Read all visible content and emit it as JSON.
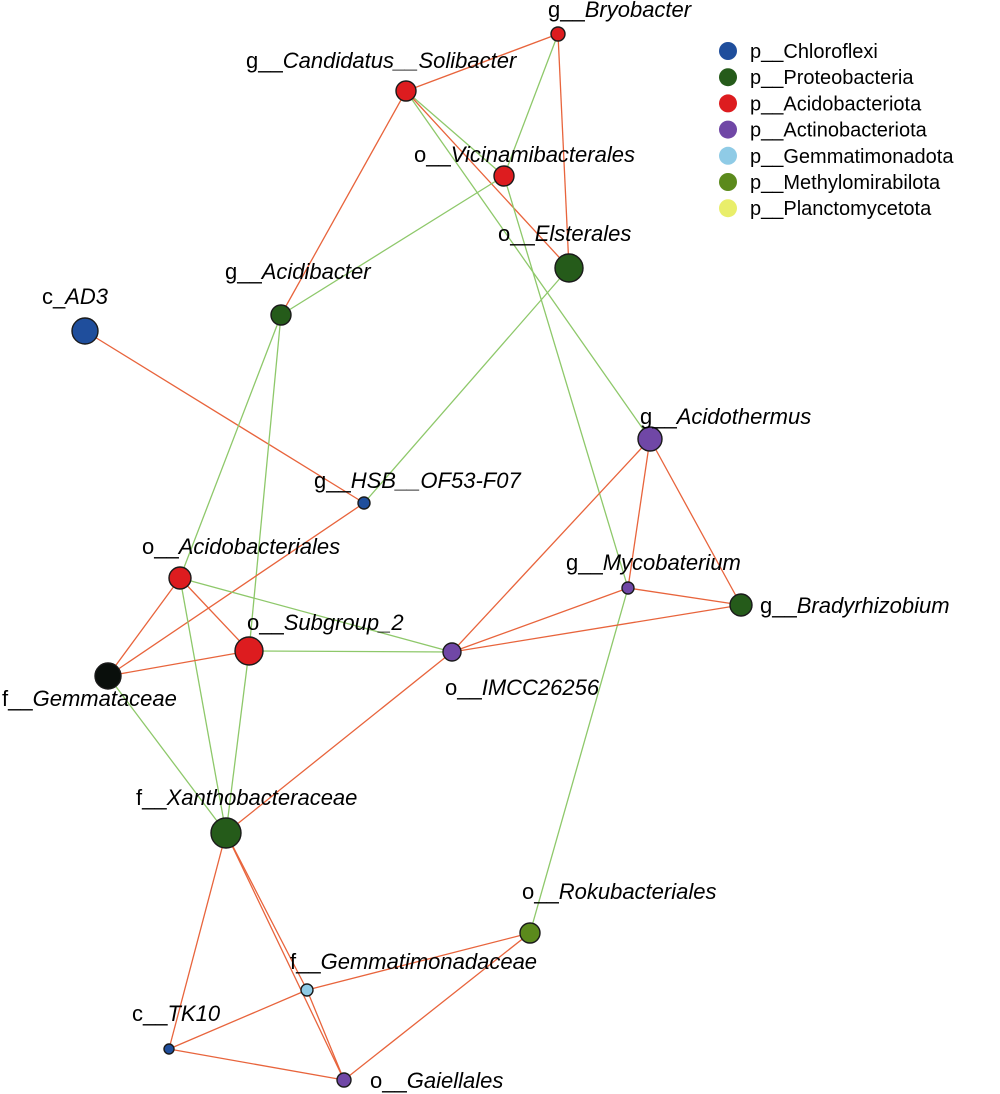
{
  "colors": {
    "positive_edge": "#8ec86a",
    "negative_edge": "#e8643c"
  },
  "legend": [
    {
      "label": "p__Chloroflexi",
      "color": "#1f4e9c"
    },
    {
      "label": "p__Proteobacteria",
      "color": "#255b1a"
    },
    {
      "label": "p__Acidobacteriota",
      "color": "#dd1c1f"
    },
    {
      "label": "p__Actinobacteriota",
      "color": "#7047a6"
    },
    {
      "label": "p__Gemmatimonadota",
      "color": "#8fcbe6"
    },
    {
      "label": "p__Methylomirabilota",
      "color": "#5b8a1c"
    },
    {
      "label": "p__Planctomycetota",
      "color": "#e9ee6a"
    }
  ],
  "nodes": [
    {
      "id": "bryobacter",
      "rank": "g__",
      "taxon": "Bryobacter",
      "color": "#dd1c1f"
    },
    {
      "id": "solibacter",
      "rank": "g__",
      "taxon": "Candidatus__Solibacter",
      "color": "#dd1c1f"
    },
    {
      "id": "vicinamibacterales",
      "rank": "o__",
      "taxon": "Vicinamibacterales",
      "color": "#dd1c1f"
    },
    {
      "id": "elsterales",
      "rank": "o__",
      "taxon": "Elsterales",
      "color": "#255b1a"
    },
    {
      "id": "acidibacter",
      "rank": "g__",
      "taxon": "Acidibacter",
      "color": "#255b1a"
    },
    {
      "id": "ad3",
      "rank": "c_",
      "taxon": "AD3",
      "color": "#1f4e9c"
    },
    {
      "id": "acidothermus",
      "rank": "g__",
      "taxon": "Acidothermus",
      "color": "#7047a6"
    },
    {
      "id": "hsb",
      "rank": "g__",
      "taxon": "HSB__OF53-F07",
      "color": "#1f4e9c"
    },
    {
      "id": "acidobacteriales",
      "rank": "o__",
      "taxon": "Acidobacteriales",
      "color": "#dd1c1f"
    },
    {
      "id": "mycobaterium",
      "rank": "g__",
      "taxon": "Mycobaterium",
      "color": "#7047a6"
    },
    {
      "id": "bradyrhizobium",
      "rank": "g__",
      "taxon": "Bradyrhizobium",
      "color": "#255b1a"
    },
    {
      "id": "subgroup2",
      "rank": "o__",
      "taxon": "Subgroup_2",
      "color": "#dd1c1f"
    },
    {
      "id": "imcc26256",
      "rank": "o__",
      "taxon": "IMCC26256",
      "color": "#7047a6"
    },
    {
      "id": "gemmataceae",
      "rank": "f__",
      "taxon": "Gemmataceae",
      "color": "#0a0f0c"
    },
    {
      "id": "xanthobacteraceae",
      "rank": "f__",
      "taxon": "Xanthobacteraceae",
      "color": "#255b1a"
    },
    {
      "id": "rokubacteriales",
      "rank": "o__",
      "taxon": "Rokubacteriales",
      "color": "#5b8a1c"
    },
    {
      "id": "gemmatimonadaceae",
      "rank": "f__",
      "taxon": "Gemmatimonadaceae",
      "color": "#8fcbe6"
    },
    {
      "id": "tk10",
      "rank": "c__",
      "taxon": "TK10",
      "color": "#1f4e9c"
    },
    {
      "id": "gaiellales",
      "rank": "o__",
      "taxon": "Gaiellales",
      "color": "#7047a6"
    }
  ],
  "edges": [
    {
      "source": "bryobacter",
      "target": "solibacter",
      "sign": "negative"
    },
    {
      "source": "bryobacter",
      "target": "elsterales",
      "sign": "negative"
    },
    {
      "source": "bryobacter",
      "target": "vicinamibacterales",
      "sign": "positive"
    },
    {
      "source": "solibacter",
      "target": "acidibacter",
      "sign": "negative"
    },
    {
      "source": "solibacter",
      "target": "vicinamibacterales",
      "sign": "positive"
    },
    {
      "source": "solibacter",
      "target": "elsterales",
      "sign": "negative"
    },
    {
      "source": "solibacter",
      "target": "acidothermus",
      "sign": "positive"
    },
    {
      "source": "vicinamibacterales",
      "target": "acidibacter",
      "sign": "positive"
    },
    {
      "source": "vicinamibacterales",
      "target": "mycobaterium",
      "sign": "positive"
    },
    {
      "source": "elsterales",
      "target": "hsb",
      "sign": "positive"
    },
    {
      "source": "ad3",
      "target": "hsb",
      "sign": "negative"
    },
    {
      "source": "acidibacter",
      "target": "acidobacteriales",
      "sign": "positive"
    },
    {
      "source": "acidibacter",
      "target": "subgroup2",
      "sign": "positive"
    },
    {
      "source": "hsb",
      "target": "gemmataceae",
      "sign": "negative"
    },
    {
      "source": "acidothermus",
      "target": "imcc26256",
      "sign": "negative"
    },
    {
      "source": "acidothermus",
      "target": "mycobaterium",
      "sign": "negative"
    },
    {
      "source": "acidothermus",
      "target": "bradyrhizobium",
      "sign": "negative"
    },
    {
      "source": "mycobaterium",
      "target": "imcc26256",
      "sign": "negative"
    },
    {
      "source": "mycobaterium",
      "target": "bradyrhizobium",
      "sign": "negative"
    },
    {
      "source": "mycobaterium",
      "target": "rokubacteriales",
      "sign": "positive"
    },
    {
      "source": "imcc26256",
      "target": "bradyrhizobium",
      "sign": "negative"
    },
    {
      "source": "acidobacteriales",
      "target": "gemmataceae",
      "sign": "negative"
    },
    {
      "source": "acidobacteriales",
      "target": "subgroup2",
      "sign": "negative"
    },
    {
      "source": "acidobacteriales",
      "target": "imcc26256",
      "sign": "positive"
    },
    {
      "source": "acidobacteriales",
      "target": "xanthobacteraceae",
      "sign": "positive"
    },
    {
      "source": "subgroup2",
      "target": "gemmataceae",
      "sign": "negative"
    },
    {
      "source": "subgroup2",
      "target": "imcc26256",
      "sign": "positive"
    },
    {
      "source": "subgroup2",
      "target": "xanthobacteraceae",
      "sign": "positive"
    },
    {
      "source": "gemmataceae",
      "target": "xanthobacteraceae",
      "sign": "positive"
    },
    {
      "source": "xanthobacteraceae",
      "target": "imcc26256",
      "sign": "negative"
    },
    {
      "source": "xanthobacteraceae",
      "target": "tk10",
      "sign": "negative"
    },
    {
      "source": "xanthobacteraceae",
      "target": "gemmatimonadaceae",
      "sign": "negative"
    },
    {
      "source": "xanthobacteraceae",
      "target": "gaiellales",
      "sign": "negative"
    },
    {
      "source": "rokubacteriales",
      "target": "gemmatimonadaceae",
      "sign": "negative"
    },
    {
      "source": "rokubacteriales",
      "target": "gaiellales",
      "sign": "negative"
    },
    {
      "source": "gemmatimonadaceae",
      "target": "tk10",
      "sign": "negative"
    },
    {
      "source": "gemmatimonadaceae",
      "target": "gaiellales",
      "sign": "negative"
    },
    {
      "source": "tk10",
      "target": "gaiellales",
      "sign": "negative"
    }
  ]
}
